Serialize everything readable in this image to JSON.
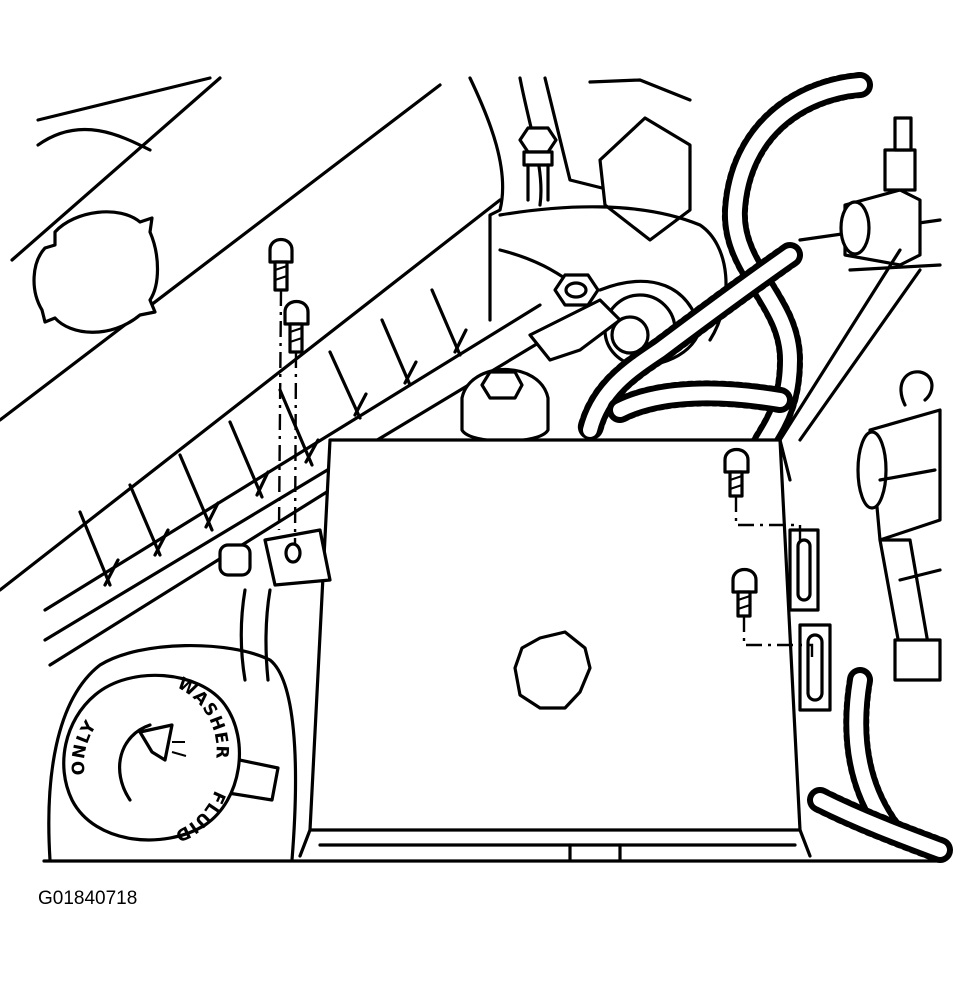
{
  "figure": {
    "id_code": "G01840718",
    "washer_cap_text": {
      "word1": "WASHER",
      "word2": "FLUID",
      "word3": "ONLY"
    },
    "line_color": "#000000",
    "background": "#ffffff"
  }
}
